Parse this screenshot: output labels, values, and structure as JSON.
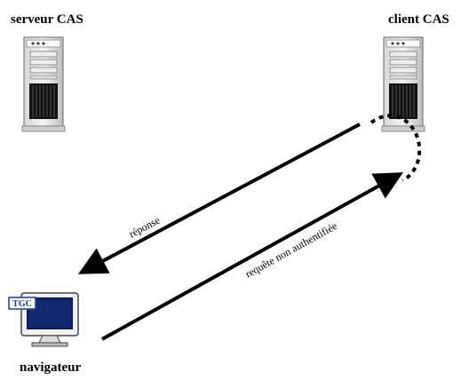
{
  "nodes": {
    "cas_server": {
      "label": "serveur CAS",
      "icon": "server-tower-icon"
    },
    "cas_client": {
      "label": "client CAS",
      "icon": "server-tower-icon"
    },
    "browser": {
      "label": "navigateur",
      "icon": "monitor-icon",
      "badge": "TGC"
    }
  },
  "arrows": {
    "request": {
      "label": "requête non authentifiée"
    },
    "response": {
      "label": "réponse"
    }
  },
  "colors": {
    "line": "#000000",
    "badge_border": "#1a3c9a",
    "screen": "#0a1a5c"
  }
}
